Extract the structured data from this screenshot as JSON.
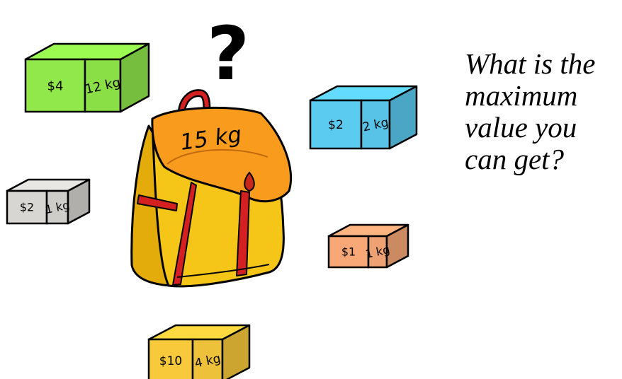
{
  "knapsack": {
    "capacity_label": "15 kg",
    "question_mark": "?",
    "color": "#f5c518",
    "flap_color": "#f99b1c",
    "strap_color": "#d42020"
  },
  "question": {
    "lines": [
      "What is the",
      "maximum",
      "value you",
      "can get?"
    ]
  },
  "items": [
    {
      "value": "$4",
      "weight": "12 kg",
      "color": "#90e84a"
    },
    {
      "value": "$2",
      "weight": "2 kg",
      "color": "#5ccbf0"
    },
    {
      "value": "$2",
      "weight": "1 kg",
      "color": "#d8d6d2"
    },
    {
      "value": "$1",
      "weight": "1 kg",
      "color": "#f8a877"
    },
    {
      "value": "$10",
      "weight": "4 kg",
      "color": "#f7c93b"
    }
  ]
}
